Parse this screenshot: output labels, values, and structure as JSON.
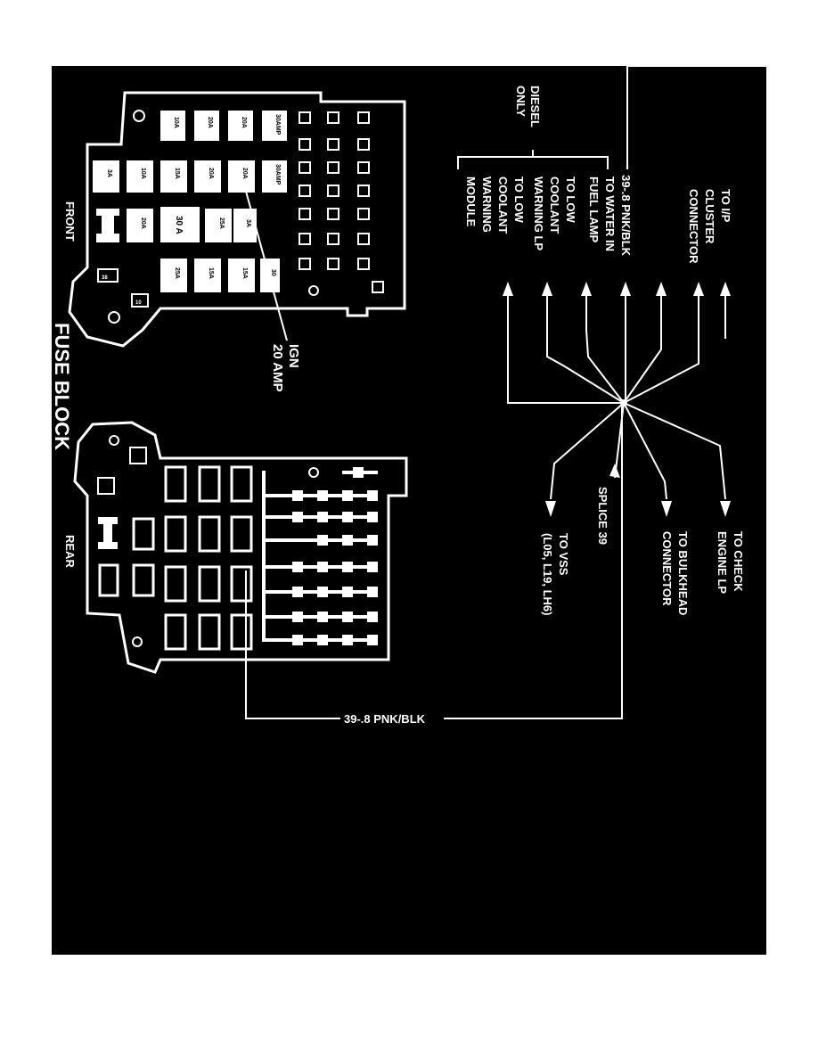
{
  "colors": {
    "background": "#000000",
    "ink": "#ffffff",
    "page": "#ffffff"
  },
  "fuse_block_title": "FUSE BLOCK",
  "front_label": "FRONT",
  "rear_label": "REAR",
  "ign_label": [
    "IGN",
    "20 AMP"
  ],
  "wire_top": "39-.8 PNK/BLK",
  "wire_bottom": "39-.8 PNK/BLK",
  "splice": "SPLICE 39",
  "diesel_only": [
    "DIESEL",
    "ONLY"
  ],
  "destinations": {
    "ip_cluster": [
      "TO I/P",
      "CLUSTER",
      "CONNECTOR"
    ],
    "water_in_fuel": [
      "TO WATER IN",
      "FUEL LAMP"
    ],
    "low_coolant_lp": [
      "TO LOW",
      "COOLANT",
      "WARNING LP"
    ],
    "low_coolant_module": [
      "TO LOW",
      "COOLANT",
      "WARNING",
      "MODULE"
    ],
    "check_engine": [
      "TO CHECK",
      "ENGINE LP"
    ],
    "bulkhead": [
      "TO BULKHEAD",
      "CONNECTOR"
    ],
    "vss": [
      "TO VSS",
      "(L05, L19, LH6)"
    ]
  },
  "front_fuses": {
    "row1": [
      "10A",
      "20A",
      "20A",
      "30AMP"
    ],
    "row2": [
      "3A",
      "10A",
      "15A",
      "20A",
      "20A",
      "30AMP"
    ],
    "row3": [
      "20A",
      "30 A",
      "25A",
      "3A"
    ],
    "row4": [
      "25A",
      "15A",
      "15A",
      "30"
    ],
    "small_tags": [
      "38",
      "10"
    ]
  }
}
